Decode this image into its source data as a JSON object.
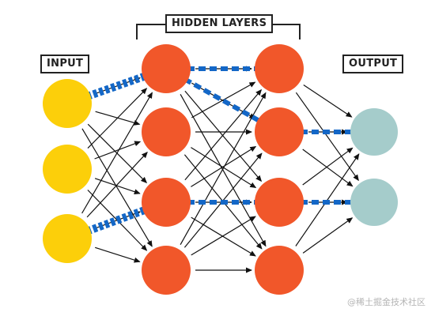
{
  "labels": {
    "input": "INPUT",
    "hidden": "HIDDEN LAYERS",
    "output": "OUTPUT"
  },
  "watermark": "@稀土掘金技术社区",
  "colors": {
    "input_node": "#FCCF0A",
    "hidden_node": "#F1572A",
    "output_node": "#A5CCCB",
    "highlight": "#1367C7",
    "arrow": "#111111",
    "bracket": "#222222"
  },
  "layers": [
    {
      "name": "input",
      "size": 3
    },
    {
      "name": "hidden1",
      "size": 4
    },
    {
      "name": "hidden2",
      "size": 4
    },
    {
      "name": "output",
      "size": 2
    }
  ],
  "highlighted_path": [
    {
      "from": "input.0",
      "to": "hidden1.0"
    },
    {
      "from": "input.2",
      "to": "hidden1.2"
    },
    {
      "from": "hidden1.0",
      "to": "hidden2.0"
    },
    {
      "from": "hidden1.0",
      "to": "hidden2.1"
    },
    {
      "from": "hidden1.2",
      "to": "hidden2.2"
    },
    {
      "from": "hidden2.1",
      "to": "output.0"
    },
    {
      "from": "hidden2.2",
      "to": "output.1"
    }
  ]
}
